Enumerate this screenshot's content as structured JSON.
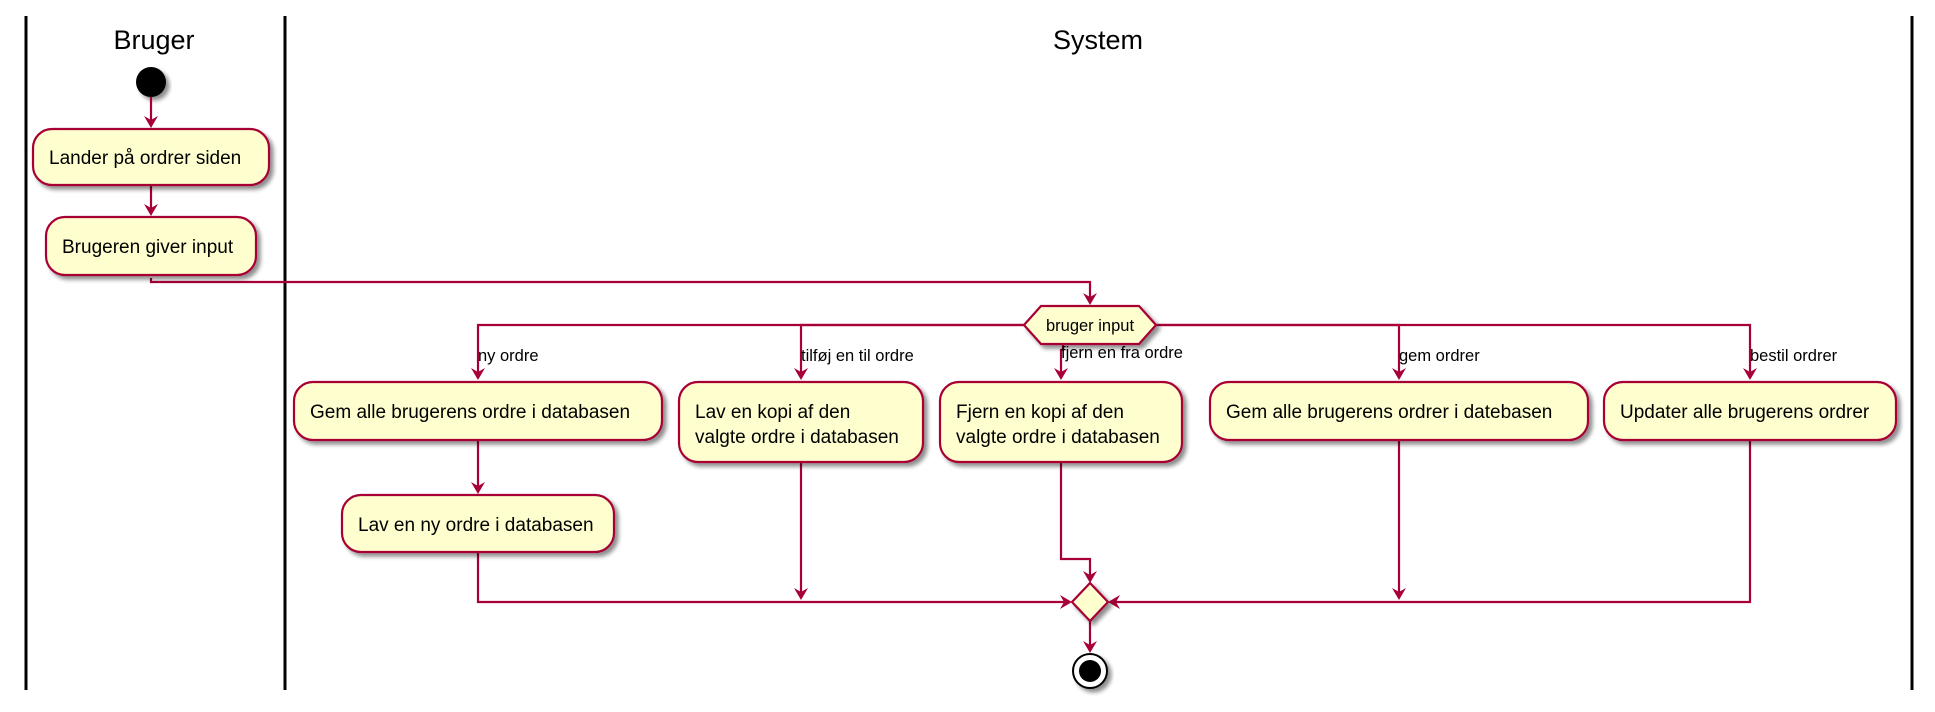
{
  "lanes": {
    "bruger": "Bruger",
    "system": "System"
  },
  "activities": {
    "lander": "Lander på ordrer siden",
    "input": "Brugeren giver input",
    "gem_ordre": "Gem alle brugerens ordre i databasen",
    "ny_ordre": "Lav en ny ordre i databasen",
    "kopi_line1": "Lav en kopi af den",
    "kopi_line2": "valgte ordre i databasen",
    "fjern_line1": "Fjern en kopi af den",
    "fjern_line2": "valgte ordre i databasen",
    "gem_ordrer": "Gem alle brugerens ordrer i datebasen",
    "updater": "Updater alle brugerens ordrer"
  },
  "decision": "bruger input",
  "branches": {
    "ny": "ny ordre",
    "tilfoj": "tilføj en til ordre",
    "fjern": "fjern en fra ordre",
    "gem": "gem ordrer",
    "bestil": "bestil ordrer"
  },
  "colors": {
    "activity_fill": "#FEFECE",
    "border": "#A80036",
    "lane_line": "#000000"
  }
}
